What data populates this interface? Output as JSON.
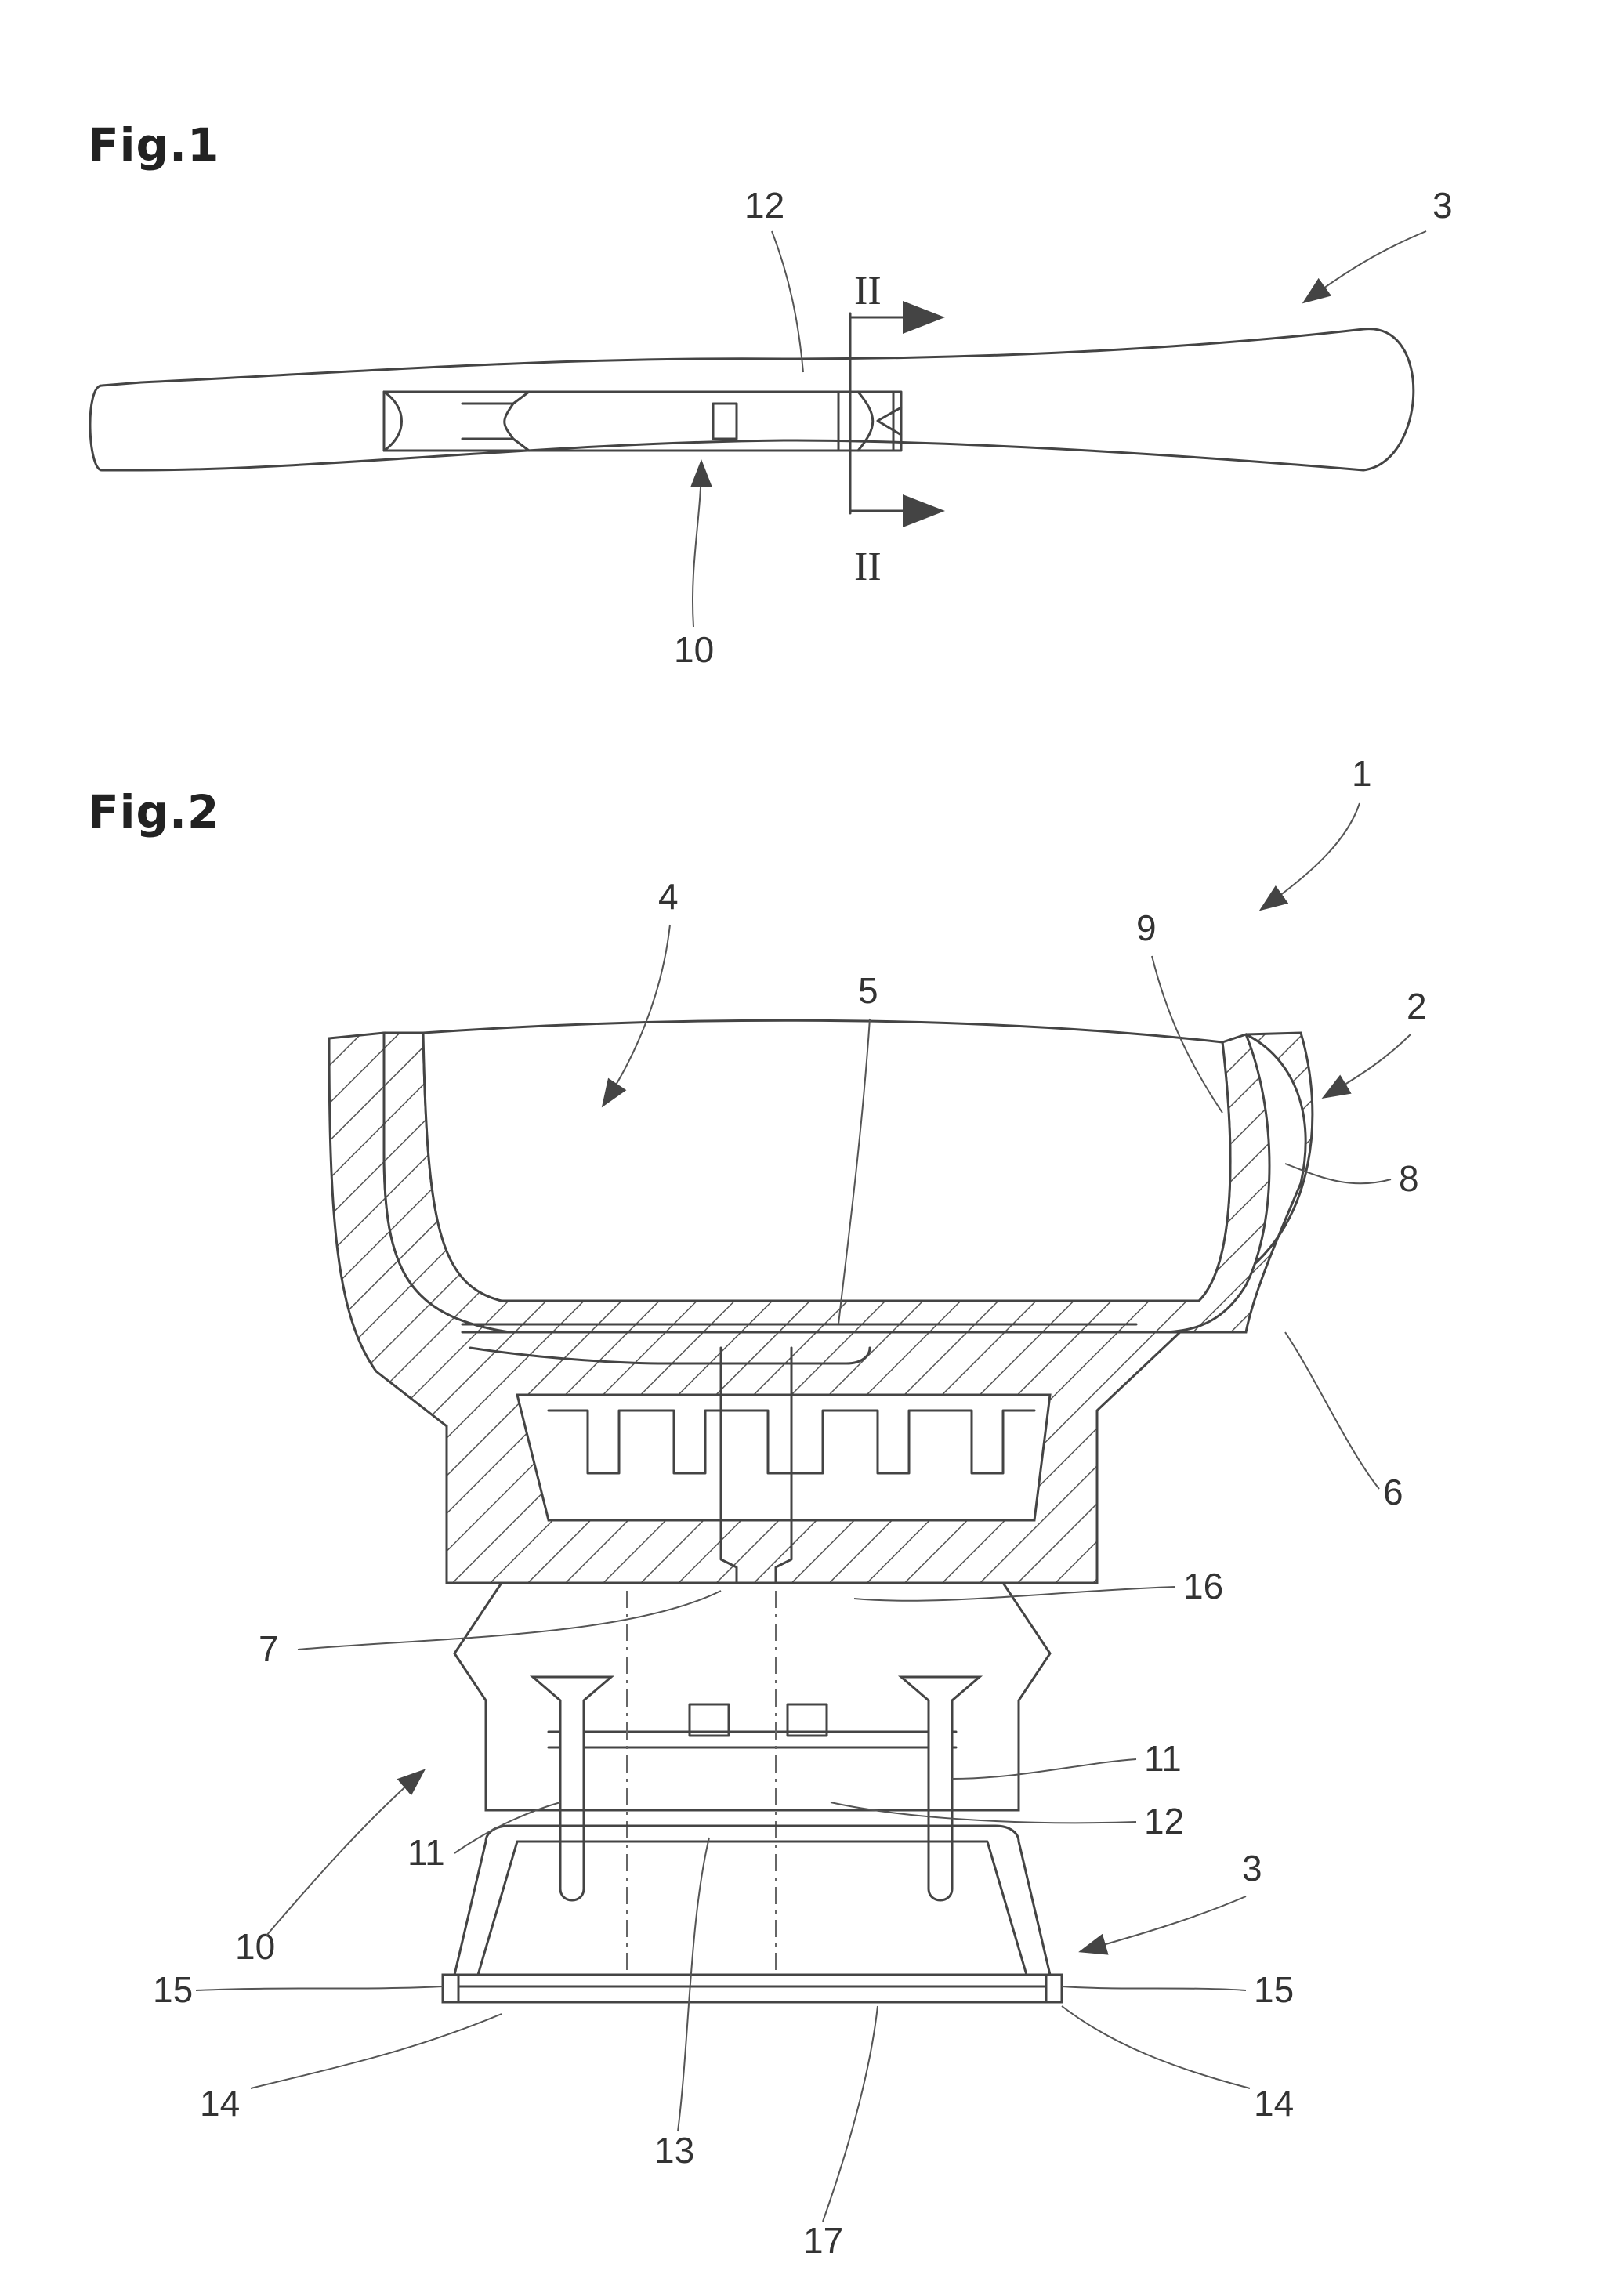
{
  "figures": {
    "fig1": {
      "title": "Fig.1",
      "labels": {
        "l3": "3",
        "l12": "12",
        "l10": "10",
        "sec_top": "II",
        "sec_bottom": "II"
      }
    },
    "fig2": {
      "title": "Fig.2",
      "labels": {
        "l1": "1",
        "l2": "2",
        "l3": "3",
        "l4": "4",
        "l5": "5",
        "l6": "6",
        "l7": "7",
        "l8": "8",
        "l9": "9",
        "l10": "10",
        "l11a": "11",
        "l11b": "11",
        "l12": "12",
        "l13": "13",
        "l14a": "14",
        "l14b": "14",
        "l15a": "15",
        "l15b": "15",
        "l16": "16",
        "l17": "17"
      }
    }
  }
}
